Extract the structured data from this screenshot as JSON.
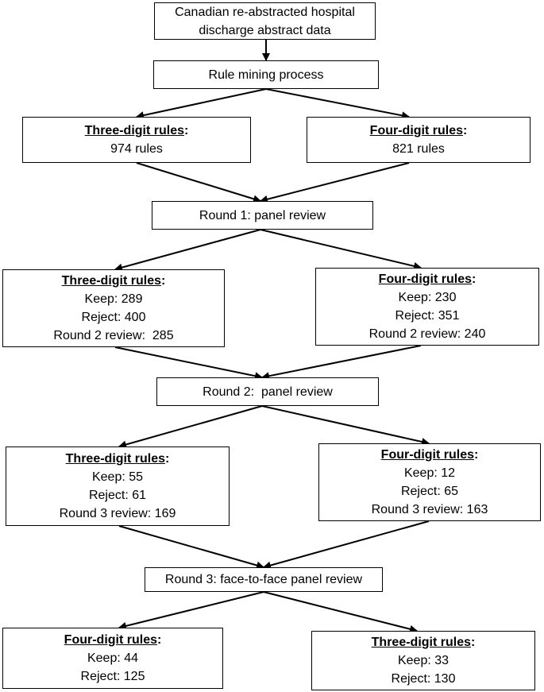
{
  "source": {
    "lines": [
      "Canadian re-abstracted hospital",
      "discharge abstract data"
    ]
  },
  "mining": {
    "label": "Rule mining process"
  },
  "stage1": {
    "left": {
      "title": "Three-digit rules",
      "lines": [
        "974 rules"
      ]
    },
    "right": {
      "title": "Four-digit rules",
      "lines": [
        "821 rules"
      ]
    }
  },
  "round1": {
    "label": "Round 1: panel review"
  },
  "stage2": {
    "left": {
      "title": "Three-digit rules",
      "lines": [
        "Keep: 289",
        "Reject: 400",
        "Round 2 review:  285"
      ]
    },
    "right": {
      "title": "Four-digit rules",
      "lines": [
        "Keep: 230",
        "Reject: 351",
        "Round 2 review: 240"
      ]
    }
  },
  "round2": {
    "label": "Round 2:  panel review"
  },
  "stage3": {
    "left": {
      "title": "Three-digit rules",
      "lines": [
        "Keep: 55",
        "Reject: 61",
        "Round 3 review: 169"
      ]
    },
    "right": {
      "title": "Four-digit rules",
      "lines": [
        "Keep: 12",
        "Reject: 65",
        "Round 3 review: 163"
      ]
    }
  },
  "round3": {
    "label": "Round 3: face-to-face panel review"
  },
  "stage4": {
    "left": {
      "title": "Four-digit rules",
      "lines": [
        "Keep: 44",
        "Reject: 125"
      ]
    },
    "right": {
      "title": "Three-digit rules",
      "lines": [
        "Keep: 33",
        "Reject: 130"
      ]
    }
  },
  "colon": ":"
}
